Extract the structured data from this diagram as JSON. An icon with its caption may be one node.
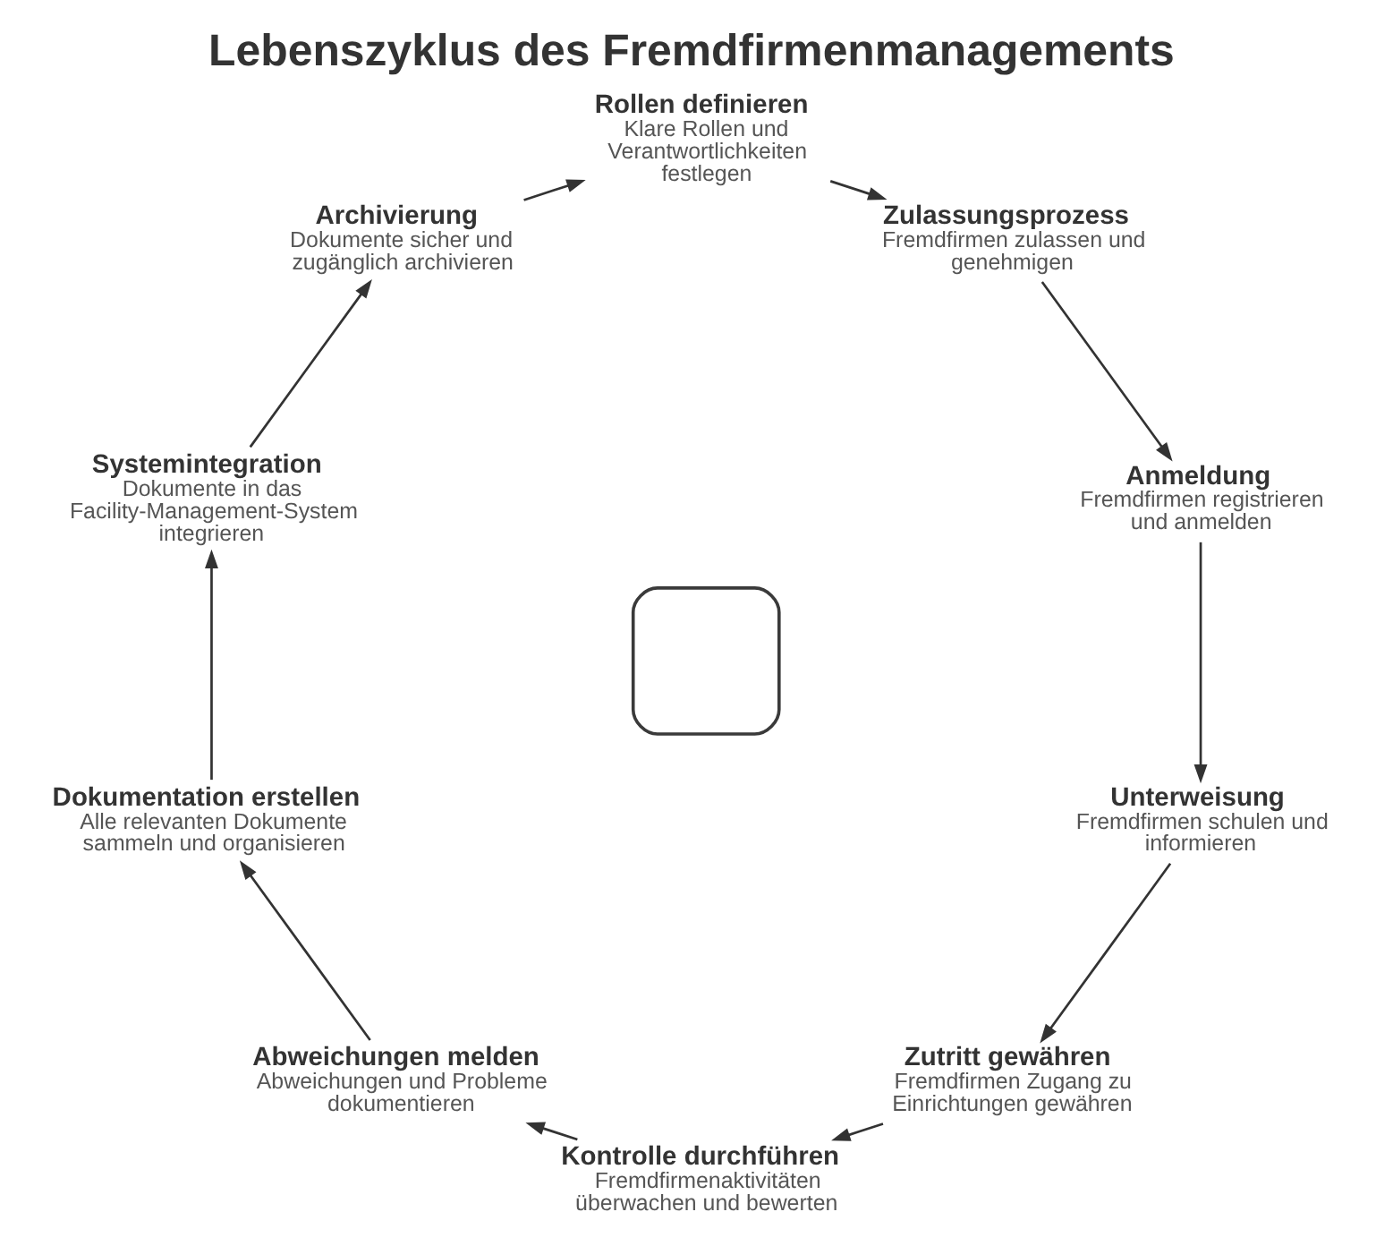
{
  "diagram": {
    "title": "Lebenszyklus des Fremdfirmenmanagements",
    "nodes": [
      {
        "text": [
          "Rollen definieren",
          "Klare Rollen und Verantwortlichkeiten festlegen"
        ]
      },
      {
        "text": [
          "Zulassungsprozess",
          "Fremdfirmen zulassen und genehmigen"
        ]
      },
      {
        "text": [
          "Anmeldung",
          "Fremdfirmen registrieren und anmelden"
        ]
      },
      {
        "text": [
          "Unterweisung",
          "Fremdfirmen schulen und informieren"
        ]
      },
      {
        "text": [
          "Zutritt gewähren",
          "Fremdfirmen Zugang zu Einrichtungen gewähren"
        ]
      },
      {
        "text": [
          "Kontrolle durchführen",
          "Fremdfirmenaktivitäten überwachen und bewerten"
        ]
      },
      {
        "text": [
          "Abweichungen melden",
          "Abweichungen und Probleme dokumentieren"
        ]
      },
      {
        "text": [
          "Dokumentation erstellen",
          "Alle relevanten Dokumente sammeln und organisieren"
        ]
      },
      {
        "text": [
          "Systemintegration",
          "Dokumente in das Facility-Management-System integrieren"
        ]
      },
      {
        "text": [
          "Archivierung",
          "Dokumente sicher und zugänglich archivieren"
        ]
      },
      {
        "text": [],
        "shape": "box"
      }
    ],
    "edges": [
      {
        "from": 0,
        "to": 1,
        "arrow": "to"
      },
      {
        "from": 1,
        "to": 2,
        "arrow": "to"
      },
      {
        "from": 2,
        "to": 3,
        "arrow": "to"
      },
      {
        "from": 3,
        "to": 4,
        "arrow": "to"
      },
      {
        "from": 4,
        "to": 5,
        "arrow": "to"
      },
      {
        "from": 5,
        "to": 6,
        "arrow": "to"
      },
      {
        "from": 6,
        "to": 7,
        "arrow": "to"
      },
      {
        "from": 7,
        "to": 8,
        "arrow": "to"
      },
      {
        "from": 8,
        "to": 9,
        "arrow": "to"
      },
      {
        "from": 9,
        "to": 0,
        "arrow": "to"
      }
    ]
  }
}
